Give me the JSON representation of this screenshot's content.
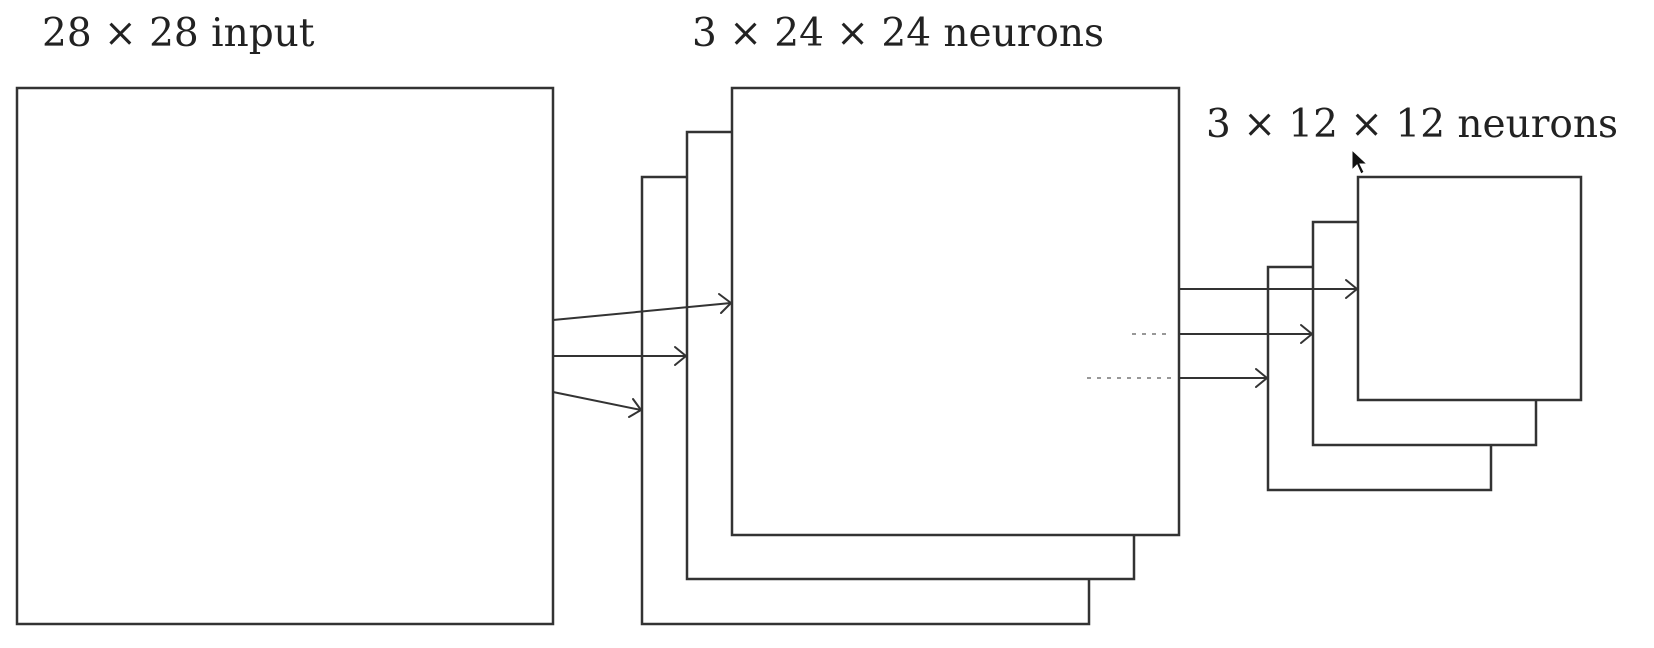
{
  "labels": {
    "input": "28 × 28 input",
    "conv": "3 × 24 × 24 neurons",
    "pool": "3 × 12 × 12 neurons"
  },
  "structure": {
    "conv_feature_maps": 3,
    "pool_feature_maps": 3
  },
  "colors": {
    "stroke": "#333333",
    "background": "#ffffff",
    "text": "#222222"
  },
  "icons": {
    "pointer": "mouse-cursor-icon"
  }
}
